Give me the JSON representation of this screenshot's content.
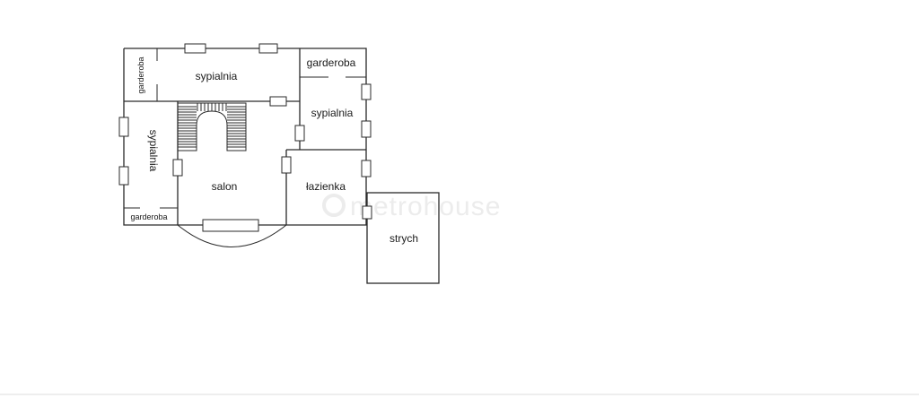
{
  "rooms": {
    "sypialnia_top": "sypialnia",
    "garderoba_top_left": "garderoba",
    "garderoba_top_right": "garderoba",
    "sypialnia_right": "sypialnia",
    "sypialnia_left": "sypialnia",
    "salon": "salon",
    "lazienka": "łazienka",
    "garderoba_bottom_left": "garderoba",
    "strych": "strych"
  },
  "watermark": "metrohouse",
  "colors": {
    "line": "#2a2a2a",
    "background": "#ffffff",
    "watermark": "#ececec"
  }
}
